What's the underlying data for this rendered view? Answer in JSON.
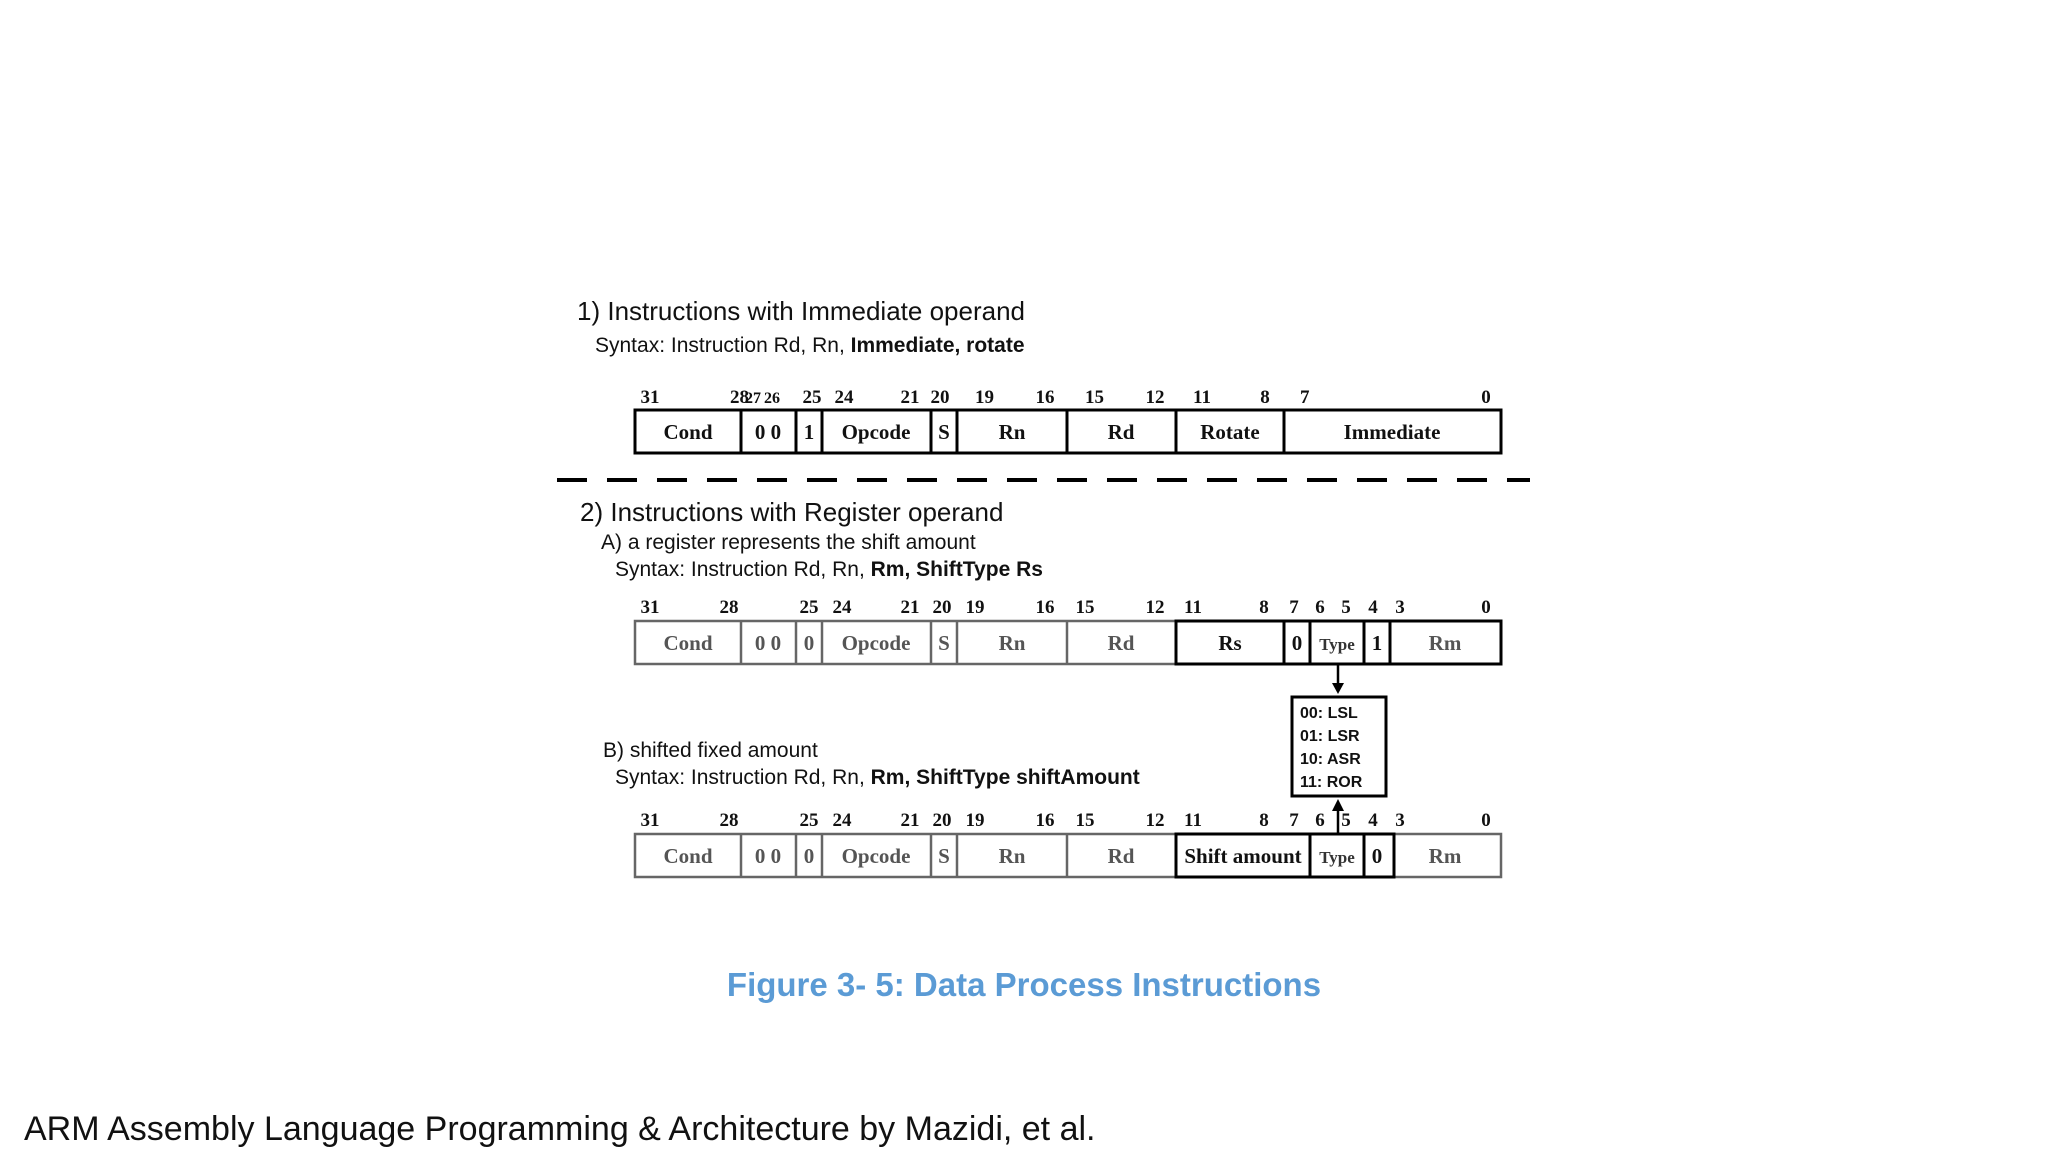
{
  "section1": {
    "title": "1) Instructions with Immediate operand",
    "syntax_prefix": "Syntax: Instruction Rd, Rn,",
    "syntax_bold": "Immediate, rotate"
  },
  "section2": {
    "title": "2) Instructions with Register operand",
    "subA": "A) a register represents the shift amount",
    "subA_syntax_prefix": "Syntax: Instruction Rd, Rn,",
    "subA_syntax_bold": "Rm, ShiftType Rs",
    "subB": "B) shifted fixed amount",
    "subB_syntax_prefix": "Syntax: Instruction Rd, Rn,",
    "subB_syntax_bold": "Rm, ShiftType shiftAmount"
  },
  "format1": {
    "bit_labels": [
      "31",
      "28",
      "27",
      "26",
      "25",
      "24",
      "21",
      "20",
      "19",
      "16",
      "15",
      "12",
      "11",
      "8",
      "7",
      "0"
    ],
    "fields": [
      "Cond",
      "0 0",
      "1",
      "Opcode",
      "S",
      "Rn",
      "Rd",
      "Rotate",
      "Immediate"
    ]
  },
  "format2a": {
    "bit_labels": [
      "31",
      "28",
      "25",
      "24",
      "21",
      "20",
      "19",
      "16",
      "15",
      "12",
      "11",
      "8",
      "7",
      "6",
      "5",
      "4",
      "3",
      "0"
    ],
    "fields": [
      "Cond",
      "0 0",
      "0",
      "Opcode",
      "S",
      "Rn",
      "Rd",
      "Rs",
      "0",
      "Type",
      "1",
      "Rm"
    ]
  },
  "format2b": {
    "bit_labels": [
      "31",
      "28",
      "25",
      "24",
      "21",
      "20",
      "19",
      "16",
      "15",
      "12",
      "11",
      "8",
      "7",
      "6",
      "5",
      "4",
      "3",
      "0"
    ],
    "fields": [
      "Cond",
      "0 0",
      "0",
      "Opcode",
      "S",
      "Rn",
      "Rd",
      "Shift amount",
      "Type",
      "0",
      "Rm"
    ]
  },
  "shift_types": [
    "00: LSL",
    "01: LSR",
    "10: ASR",
    "11: ROR"
  ],
  "caption": "Figure 3- 5: Data Process Instructions",
  "footer": "ARM Assembly Language Programming & Architecture by Mazidi, et al.",
  "colors": {
    "caption": "#5b9bd5",
    "text": "#111111",
    "grey_text": "#555555"
  }
}
